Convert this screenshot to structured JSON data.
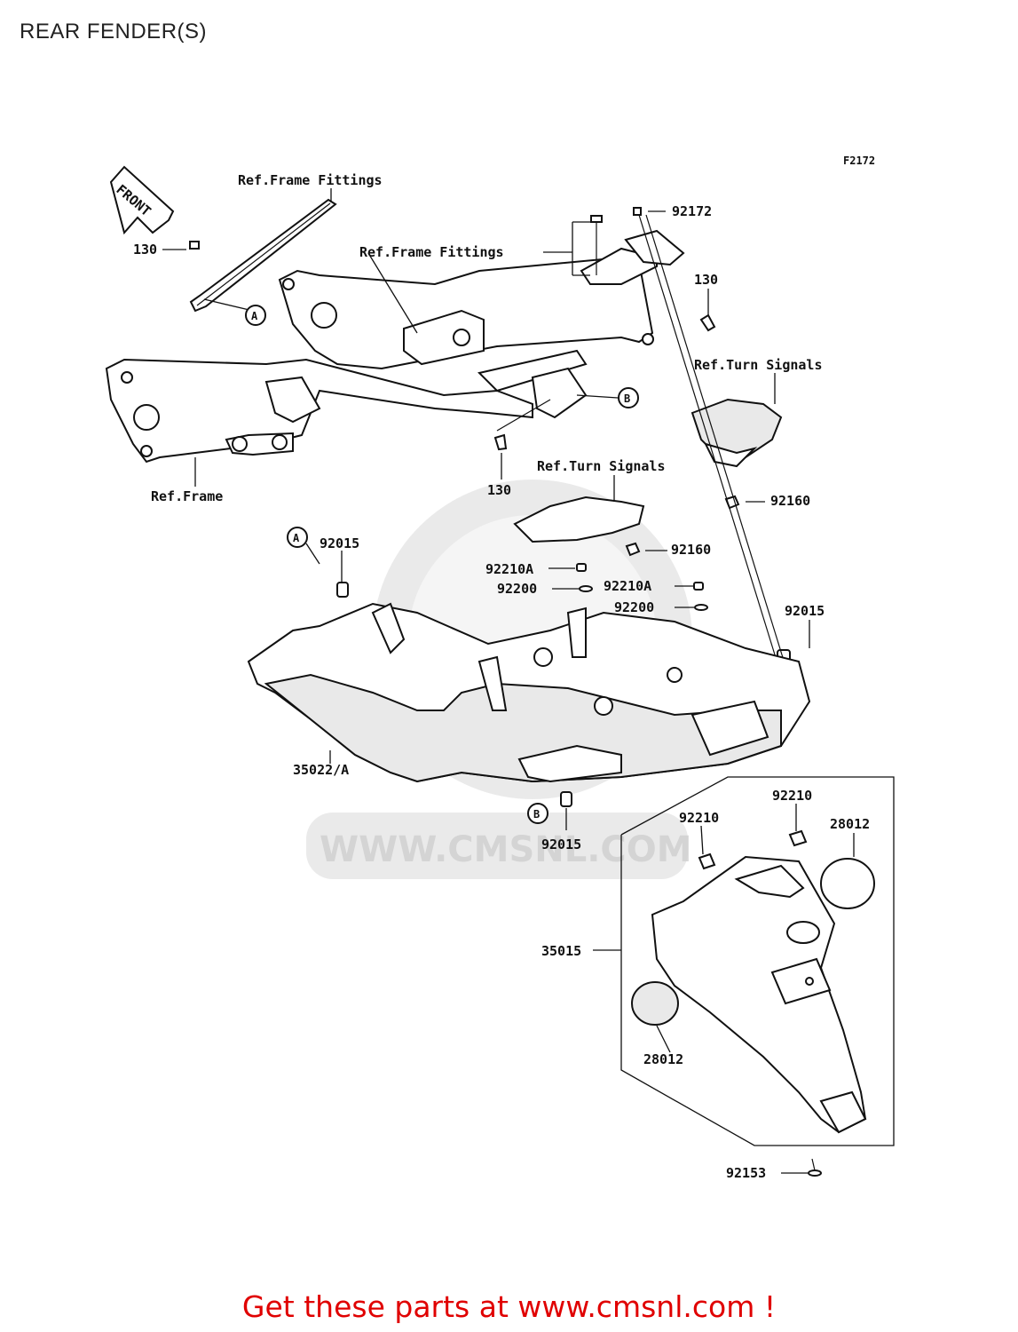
{
  "page": {
    "title": "REAR FENDER(S)",
    "figure_code": "F2172",
    "footer": "Get these parts at www.cmsnl.com !",
    "footer_color": "#e00000"
  },
  "watermark": {
    "text": "WWW.CMSNL.COM"
  },
  "direction_arrow": {
    "text": "FRONT"
  },
  "references": {
    "frame_fittings_1": "Ref.Frame Fittings",
    "frame_fittings_2": "Ref.Frame Fittings",
    "turn_signals_1": "Ref.Turn Signals",
    "turn_signals_2": "Ref.Turn Signals",
    "frame": "Ref.Frame"
  },
  "callouts": {
    "a_top": "A",
    "a_bottom": "A",
    "b_top": "B",
    "b_bottom": "B"
  },
  "part_labels": {
    "p130_left": "130",
    "p92172": "92172",
    "p130_right": "130",
    "p130_mid": "130",
    "p92160_top": "92160",
    "p92160_mid": "92160",
    "p92015_left": "92015",
    "p92210a_left": "92210A",
    "p92200_left": "92200",
    "p92210a_right": "92210A",
    "p92200_right": "92200",
    "p92015_right": "92015",
    "p35022a": "35022/A",
    "p92015_bottom": "92015",
    "p92210_left": "92210",
    "p92210_right": "92210",
    "p28012_right": "28012",
    "p35015": "35015",
    "p28012_left": "28012",
    "p92153": "92153"
  }
}
